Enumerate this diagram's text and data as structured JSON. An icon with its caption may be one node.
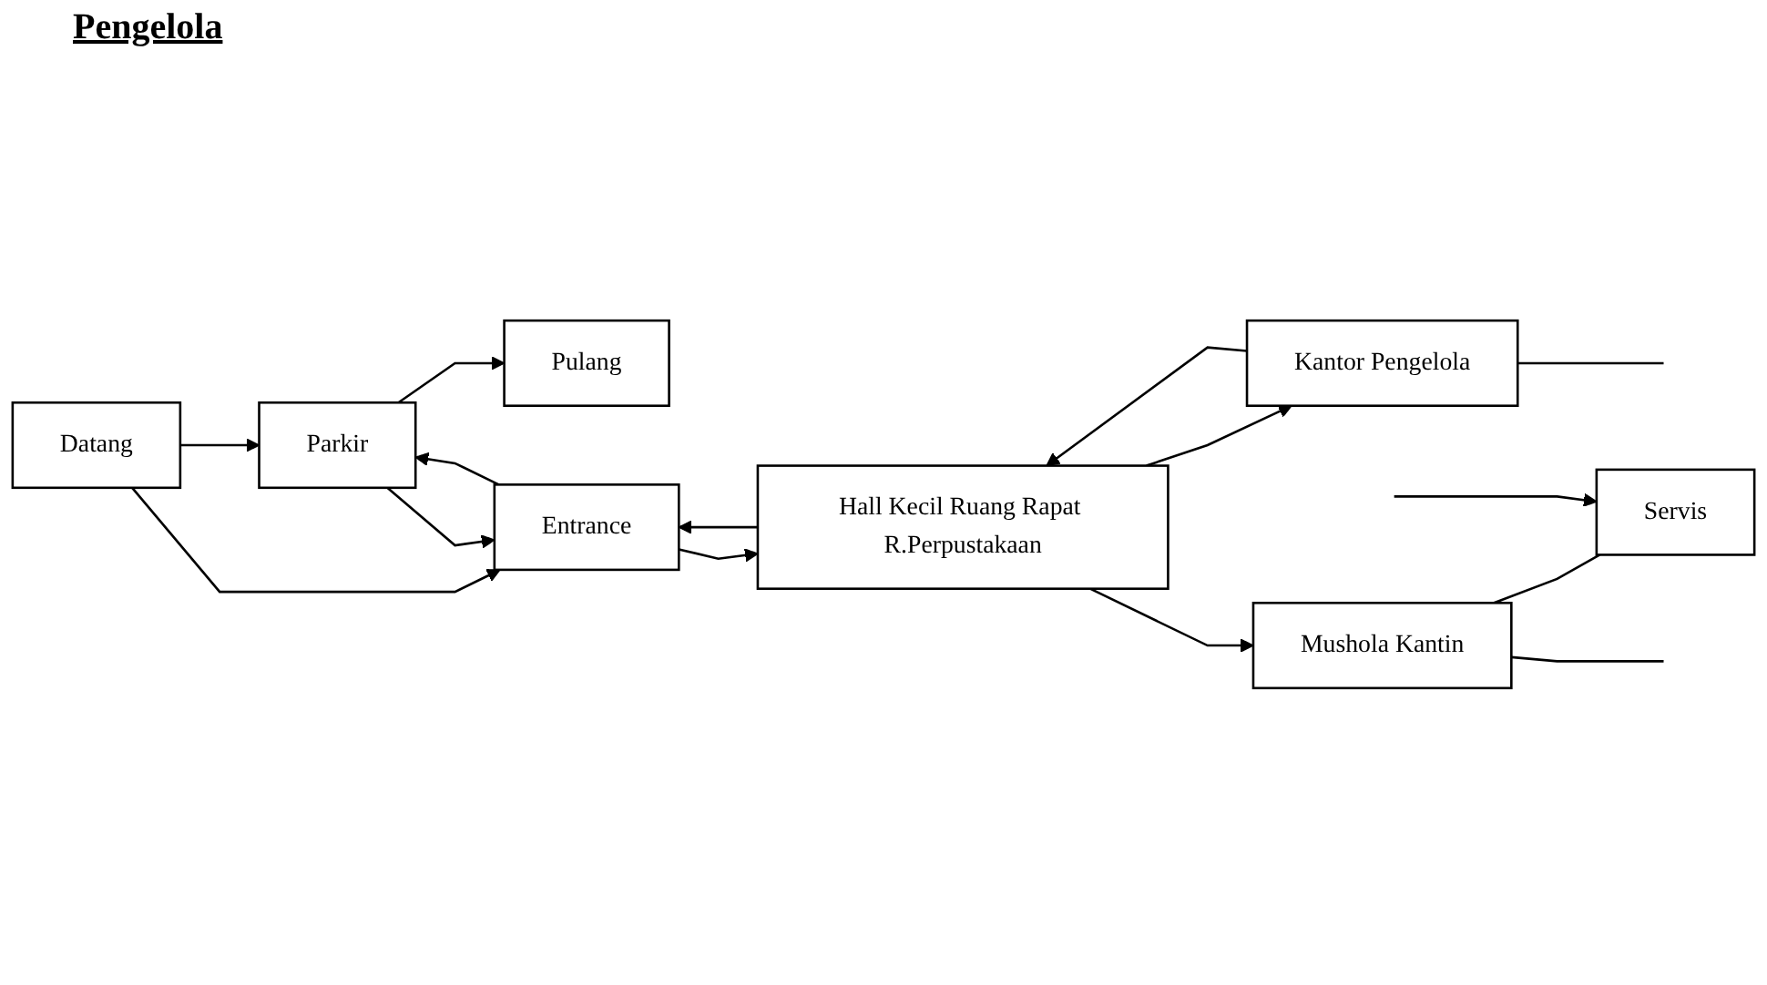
{
  "diagram": {
    "title": "Pengelola",
    "nodes": [
      {
        "text": [
          "Pulang"
        ]
      },
      {
        "text": [
          "Parkir"
        ]
      },
      {
        "text": [
          "Datang"
        ]
      },
      {
        "text": [
          "Entrance"
        ]
      },
      {
        "text": [
          "Hall Kecil Ruang Rapat R.Perpustakaan"
        ]
      },
      {
        "text": [
          "Kantor Pengelola"
        ]
      },
      {
        "text": [
          "Mushola Kantin"
        ]
      },
      {
        "text": [
          "Servis"
        ]
      }
    ],
    "edges": [
      {
        "from": 1,
        "to": 0,
        "arrow": "to"
      },
      {
        "from": 2,
        "to": 1,
        "arrow": "to"
      },
      {
        "from": 2,
        "to": 3,
        "arrow": "to"
      },
      {
        "from": 1,
        "to": 3,
        "arrow": "to"
      },
      {
        "from": 3,
        "to": 1,
        "arrow": "to"
      },
      {
        "from": 3,
        "to": 4,
        "arrow": "to"
      },
      {
        "from": 4,
        "to": 3,
        "arrow": "to"
      },
      {
        "from": 4,
        "to": 5,
        "arrow": "to"
      },
      {
        "from": 4,
        "to": 6,
        "arrow": "to"
      },
      {
        "from": 5,
        "to": 4,
        "arrow": "to"
      },
      {
        "from": 6,
        "to": 7,
        "arrow": "none"
      },
      {
        "from": 5,
        "to": null,
        "arrow": "none"
      },
      {
        "from": 6,
        "to": null,
        "arrow": "none"
      },
      {
        "from": null,
        "to": 7,
        "arrow": "to"
      }
    ]
  }
}
